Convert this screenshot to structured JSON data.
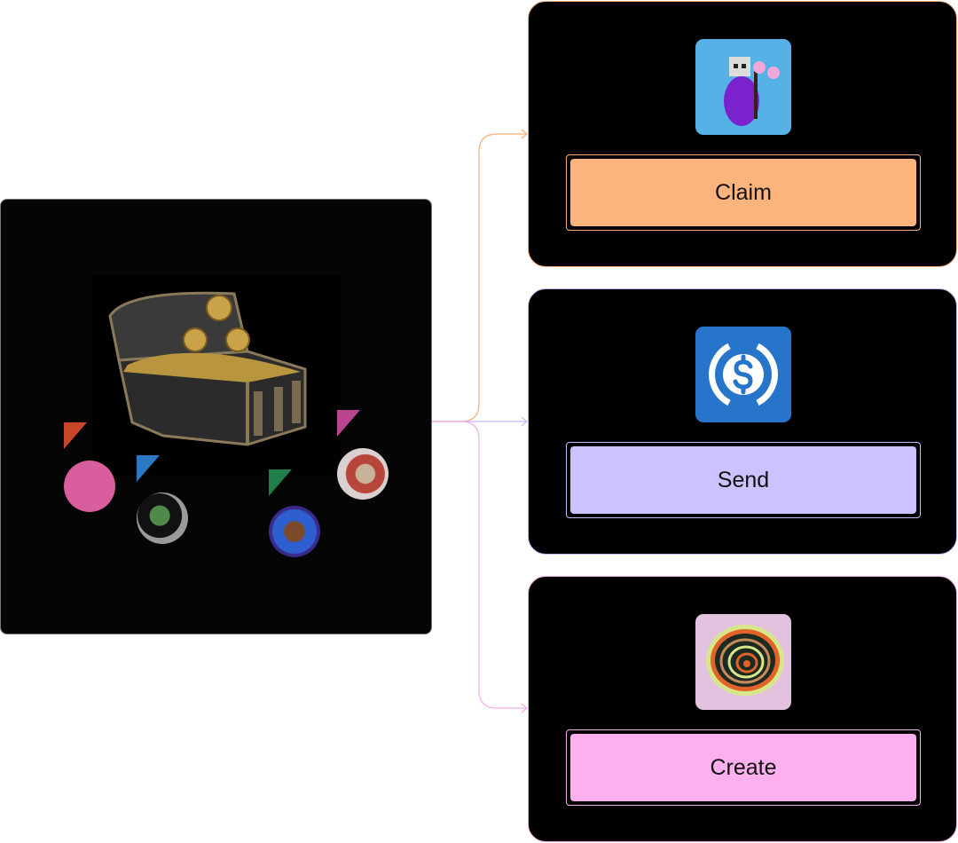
{
  "actions": [
    {
      "label": "Claim",
      "icon": "pixel-character-nft-icon",
      "accent": "#fdb37c",
      "border": "#f6ad78"
    },
    {
      "label": "Send",
      "icon": "usdc-icon",
      "accent": "#cdc1ff",
      "border": "#c6b9f7"
    },
    {
      "label": "Create",
      "icon": "generative-art-nft-icon",
      "accent": "#fdb0ed",
      "border": "#f3aee6"
    }
  ],
  "cursor_colors": [
    "#c9452a",
    "#2d78c3",
    "#1e8048",
    "#b8468e"
  ]
}
